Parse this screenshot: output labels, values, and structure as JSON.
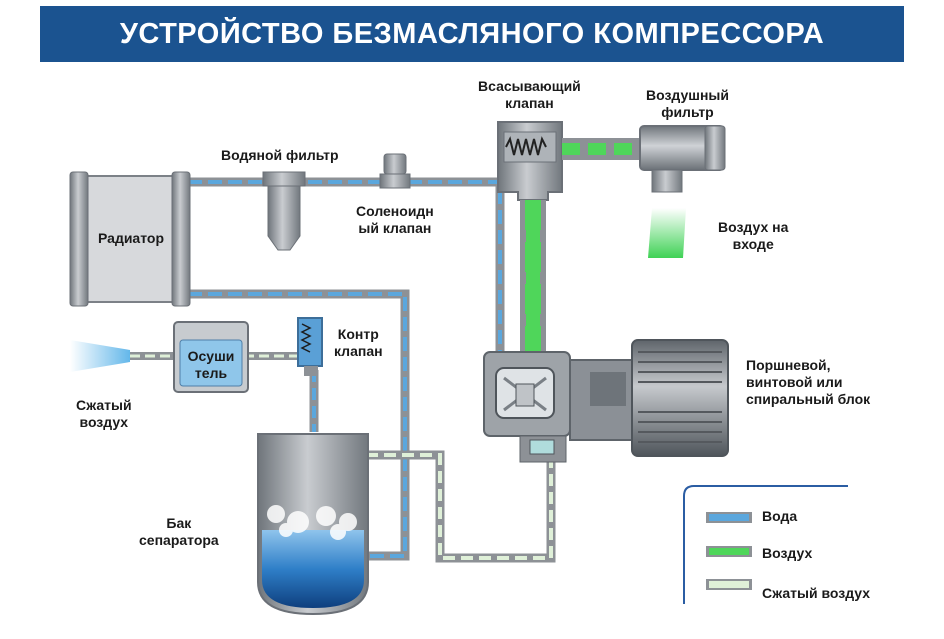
{
  "title": "УСТРОЙСТВО БЕЗМАСЛЯНОГО КОМПРЕССОРА",
  "labels": {
    "radiator": "Радиатор",
    "water_filter": "Водяной фильтр",
    "solenoid_line1": "Соленоидн",
    "solenoid_line2": "ый клапан",
    "suction_line1": "Всасывающий",
    "suction_line2": "клапан",
    "air_filter_line1": "Воздушный",
    "air_filter_line2": "фильтр",
    "air_in_line1": "Воздух на",
    "air_in_line2": "входе",
    "check_valve_line1": "Контр",
    "check_valve_line2": "клапан",
    "dryer_line1": "Осуши",
    "dryer_line2": "тель",
    "compressed_out_line1": "Сжатый",
    "compressed_out_line2": "воздух",
    "block_line1": "Поршневой,",
    "block_line2": "винтовой или",
    "block_line3": "спиральный блок",
    "tank_line1": "Бак",
    "tank_line2": "сепаратора"
  },
  "legend": {
    "items": [
      {
        "label": "Вода",
        "color": "#5ba7dd"
      },
      {
        "label": "Воздух",
        "color": "#4fd65a"
      },
      {
        "label": "Сжатый воздух",
        "color": "#dff0d8"
      }
    ]
  },
  "colors": {
    "banner": "#1b5390",
    "pipe_gray": "#8d9196",
    "water": "#5ba7dd",
    "air": "#4fd65a",
    "compressed_air": "#dff0d8"
  }
}
